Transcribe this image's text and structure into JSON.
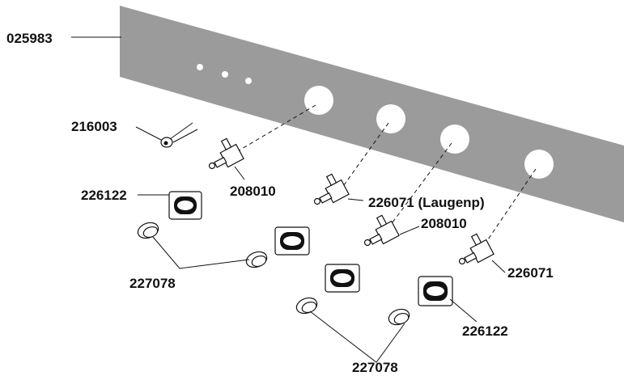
{
  "diagram": {
    "colors": {
      "panel": "#9b9b9b",
      "hole": "#ffffff",
      "ink": "#111111",
      "part_fill": "#ffffff"
    },
    "labels": {
      "panel": "025983",
      "lamp": "216003",
      "switch_1": "208010",
      "switch_2": "226071 (Laugenp)",
      "switch_3": "208010",
      "switch_4": "226071",
      "cap_1": "226122",
      "cap_2": "226122",
      "ring_group_1": "227078",
      "ring_group_2": "227078"
    }
  }
}
